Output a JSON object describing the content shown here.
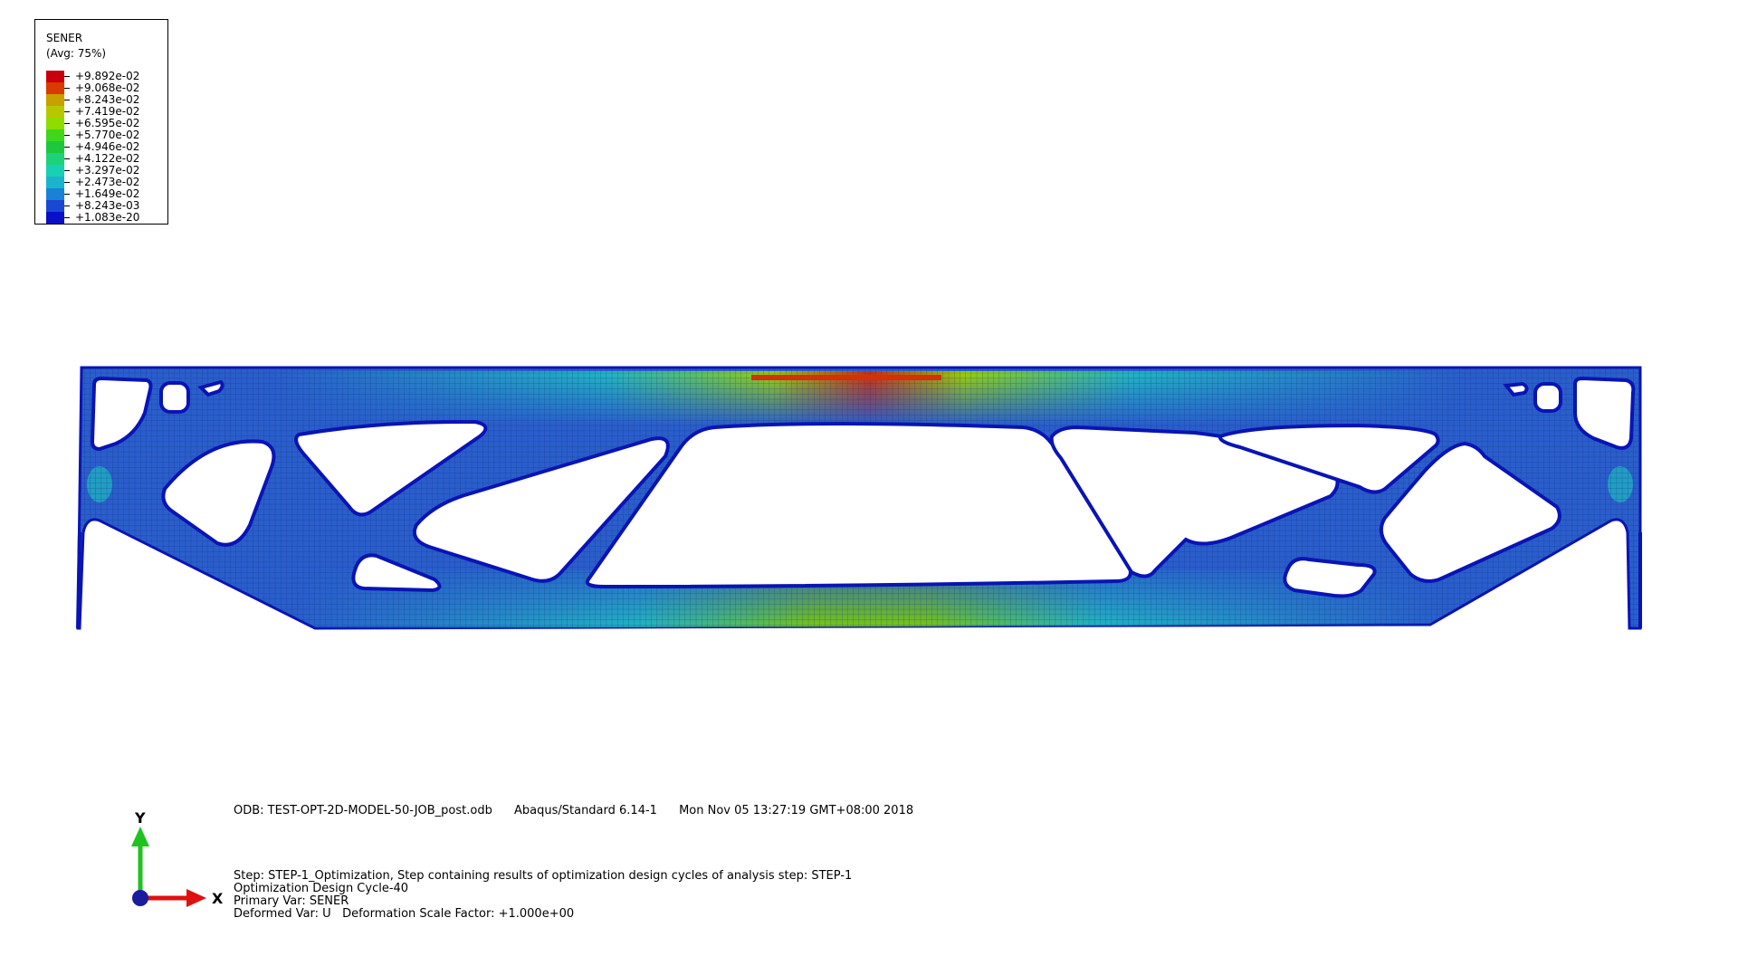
{
  "legend": {
    "variable": "SENER",
    "averaging": "(Avg: 75%)",
    "entries": [
      {
        "label": "+9.892e-02",
        "color": "#c8000c"
      },
      {
        "label": "+9.068e-02",
        "color": "#d93a00"
      },
      {
        "label": "+8.243e-02",
        "color": "#c8a000"
      },
      {
        "label": "+7.419e-02",
        "color": "#b8c800"
      },
      {
        "label": "+6.595e-02",
        "color": "#8fdc00"
      },
      {
        "label": "+5.770e-02",
        "color": "#3fd61c"
      },
      {
        "label": "+4.946e-02",
        "color": "#1ec83c"
      },
      {
        "label": "+4.122e-02",
        "color": "#1ed27a"
      },
      {
        "label": "+3.297e-02",
        "color": "#18d0b4"
      },
      {
        "label": "+2.473e-02",
        "color": "#1ab4cc"
      },
      {
        "label": "+1.649e-02",
        "color": "#1a82d6"
      },
      {
        "label": "+8.243e-03",
        "color": "#1a48d2"
      },
      {
        "label": "+1.083e-20",
        "color": "#0a10c8"
      }
    ]
  },
  "info": {
    "odb": "ODB: TEST-OPT-2D-MODEL-50-JOB_post.odb",
    "solver": "Abaqus/Standard 6.14-1",
    "date": "Mon Nov 05 13:27:19 GMT+08:00 2018",
    "step": "Step: STEP-1_Optimization, Step containing results of optimization design cycles of analysis step: STEP-1",
    "cycle": "Optimization Design Cycle-40",
    "primary_var": "Primary Var: SENER",
    "deformed_var": "Deformed Var: U   Deformation Scale Factor: +1.000e+00"
  },
  "triad": {
    "y_label": "Y",
    "x_label": "X",
    "y_color": "#1fc31f",
    "x_color": "#e01010",
    "origin_color": "#1c1c9c"
  },
  "model": {
    "base_color": "#2a5ecc",
    "edge_color": "#0a14b4",
    "mesh_color": "#0e2a6c",
    "hot_color": "#d4300a"
  }
}
